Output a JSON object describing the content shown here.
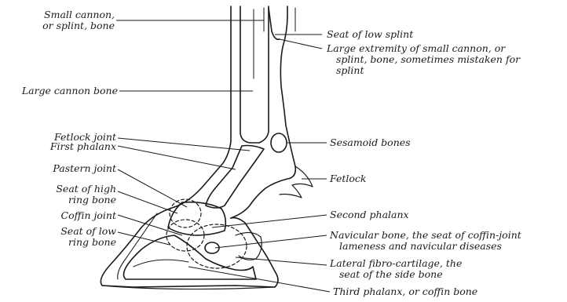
{
  "labels_left": {
    "small_cannon": "Small cannon,",
    "small_cannon_2": "or splint, bone",
    "large_cannon": "Large cannon bone",
    "fetlock_joint": "Fetlock joint",
    "first_phalanx": "First phalanx",
    "pastern_joint": "Pastern joint",
    "high_ring_1": "Seat of high",
    "high_ring_2": "ring bone",
    "coffin_joint": "Coffin joint",
    "low_ring_1": "Seat of low",
    "low_ring_2": "ring bone"
  },
  "labels_right": {
    "low_splint": "Seat of low splint",
    "large_extremity_1": "Large extremity of small cannon, or",
    "large_extremity_2": "splint, bone, sometimes mistaken for",
    "large_extremity_3": "splint",
    "sesamoid": "Sesamoid bones",
    "fetlock": "Fetlock",
    "second_phalanx": "Second phalanx",
    "navicular_1": "Navicular bone, the seat of coffin-joint",
    "navicular_2": "lameness and navicular diseases",
    "lateral_1": "Lateral fibro-cartilage, the",
    "lateral_2": "seat of the side bone",
    "third_phalanx": "Third phalanx, or coffin bone"
  },
  "colors": {
    "ink": "#1a1a1a",
    "paper": "#ffffff"
  }
}
